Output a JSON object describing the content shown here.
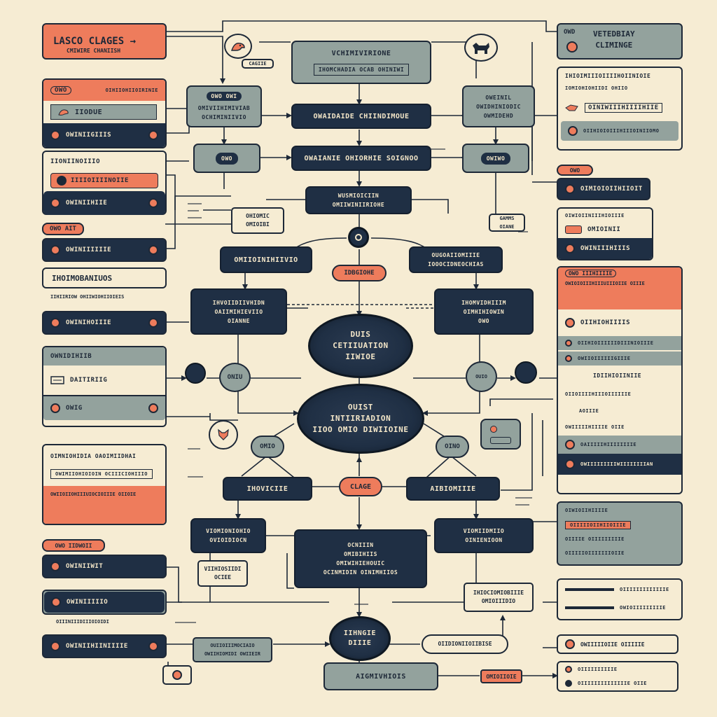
{
  "colors": {
    "background": "#f6ecd3",
    "dark": "#1f2f44",
    "gray": "#93a29d",
    "orange": "#ee7c5c"
  },
  "header_left": {
    "label": "LASCO CLAGES →",
    "caption": "CMIWIRE  CHANIISH"
  },
  "header_right": {
    "badge": "OWD",
    "title": "VETEDBIAY\nCLIMINGE"
  },
  "top_center": {
    "title": "VCHIMIVIRIONE",
    "subtitle": "IHOMCHADIA  OCAB OHINIWI"
  },
  "top_bubble": {
    "label": "CAGIIE"
  },
  "nodes": {
    "left_box_a": {
      "badge": "OWO OWI",
      "text": "OMIVIIHIMIVIAB\nOCHIMINIIVIO"
    },
    "center_bar_1": "OWAIDAIDE CHIINDIMOUE",
    "right_box_a": "OWEINIL\nOWIDHINIODIC\nOWMIDEHD",
    "left_box_b": "OWO",
    "center_bar_2": "OWAIANIE  OHIORHIE  SOIGNOO",
    "right_box_b": "OWIWO",
    "center_bar_3": "WUSMIOICIIN\nOMIIWINIIRIOHE",
    "left_small": "OHIOMIC\nOMIOIBI",
    "right_small": "GAMMS\nOIANE",
    "hub_left": "OMIIOINIHIIVIO",
    "hub_right": "OUGOAIIOMIIIE\nIOOOCIDNEOCHIAS",
    "orange_pill_1": "IDBGIOHE",
    "mid_left": "IHVOIIDIIVHIDN\nOAIIMIHIEVIIO\nOIANNE",
    "mid_right": "IHOMVIDHIIIM\nOIMHIHIOWIN\nOWO",
    "disk_1": "DUIS\nCETIIUATION\nIIWIOE",
    "disk_2": "OUIST\nINTIIRIADION\nIIOO OMIO DIWIIOINE",
    "circle_left": "ONIU",
    "circle_right": "OUIO",
    "pill_left": "OMIO",
    "pill_right": "OINO",
    "lower_left": "IHOVICIIE",
    "orange_pill_2": "CLAGE",
    "lower_right": "AIBIOMIIIE",
    "bottom_left_box": "VIOMIONIOHIO\nOVIOIDIOCN",
    "bottom_center_box": "OCNIIIN\nOMIBIHIIS\nOMIWIHIEHOUIC\nOCINMIDIN  OINIMHIIOS",
    "bottom_right_box": "VIOMIIDMIIO\nOINIENIOON",
    "bottom_small_left": "VIIHIOSIIDI\nOCIEE",
    "bottom_right_small": "IHIOCIOMIOBIIIE\nOMIOIIIDIO",
    "bottom_disk": "IIHNGIE\nDIIIE",
    "bottom_left_light": "OUIIOIIIMOCIAIO\nOWIIHIOMIDI OWIIEIR",
    "bottom_right_light": "OIIDIONIIOIIBISE",
    "bottom_center_gray": "AIGMIVHIOIS",
    "bottom_orange": "OMIOIIOIE"
  },
  "left_panels": [
    {
      "header": "OWO",
      "header_note": "OIHIIOHIIOIRINIE",
      "row1": "IIODUE",
      "row2": "OWINIIGIIIS"
    },
    {
      "header": "IIONIINOIIIO",
      "row1": "IIIIOIIIINOIIE",
      "row2": "OWINIIHIIE"
    },
    {
      "header": "OWO  AIT",
      "row1": "OWINIIIIIIE"
    },
    {
      "header": "IHOIMOBANIUOS",
      "row1": "OWINIHOIIIE",
      "note": "IIHIIRIOW  OHIIWIOHIIOIEIS"
    },
    {
      "header": "OWNIDIHIIB",
      "row1": "DAITIRIIG",
      "row2": "OWIG"
    },
    {
      "header": "OIMNIOHIDIA  OAOIMIIDHAI",
      "row1": "OWIMIIOHIOIOIN  OCIIICIOHIIIO",
      "note": "OWIIOIIOHIIIUIOCIOIIIE  OIIOIE"
    },
    {
      "header": "OWO  IIDWOII",
      "row1": "OWINIIWIT"
    },
    {
      "row1": "OWINIIIIIO",
      "note": "OIIINIIIDIIIOIOIDI"
    },
    {
      "row1": "OWINIIHIINIIIIE"
    }
  ],
  "right_panels": [
    {
      "header": "IHIOIMIIIOIIIIHOIINIOIE",
      "sub": "IOMIOHIOHIIDI  OHIIO",
      "row1": "OINIWIIIHIIIIHIIE",
      "row2": "OIIHIOIOIIIHIIIOINIIOMO"
    },
    {
      "header": "OWO",
      "row1": "OIMIOIOIIHIIOIT"
    },
    {
      "header": "OIWIOIINIIIHIOIIIE",
      "row1": "OMIOINII",
      "row2": "OWINIIIHIIIS"
    },
    {
      "header": "OWO IIIHIIIIE",
      "sub": "OWIOIOIIIHIIIUIIIOIIE  OIIIE",
      "row1": "OIIHIOHIIIIS",
      "row2": "OIIHIOIIIIIIDIIINIOIIIE",
      "row3": "OWIIOIIIIIIGIIIE",
      "row4": "IDIIHIOIINIIE",
      "row5": "OIIOIIIIHIIIOIIIIIIE",
      "row6": "AOIIIE",
      "row7": "OWIIIIIHIIIIE OIIE",
      "row8": "OAIIIIIHIIIIIIIIE",
      "row9": "OWIIIIIIIIIWIIIIIIIIAN"
    },
    {
      "header": "OIWIOIIHIIIIE",
      "row1": "OIIIIIOIIHIIOIIIE",
      "row2": "OIIIIE OIIIIIIIIIE",
      "row3": "OIIIIIOIIIIIIIOIIE"
    },
    {
      "row1": "OIIIIIIIIIIIIIE",
      "row2": "OWIOIIIIIIIIIE"
    },
    {
      "row1": "OWIIIIIOIIE OIIIIIE"
    },
    {
      "row1": "OIIIIIIIIIIE",
      "row2": "OIIIIIIIIIIIIIIE OIIE"
    }
  ],
  "icons": [
    "bird-icon",
    "dog-icon",
    "fox-icon",
    "shield-icon",
    "gear-icon",
    "arrow-icon",
    "leaf-icon"
  ]
}
